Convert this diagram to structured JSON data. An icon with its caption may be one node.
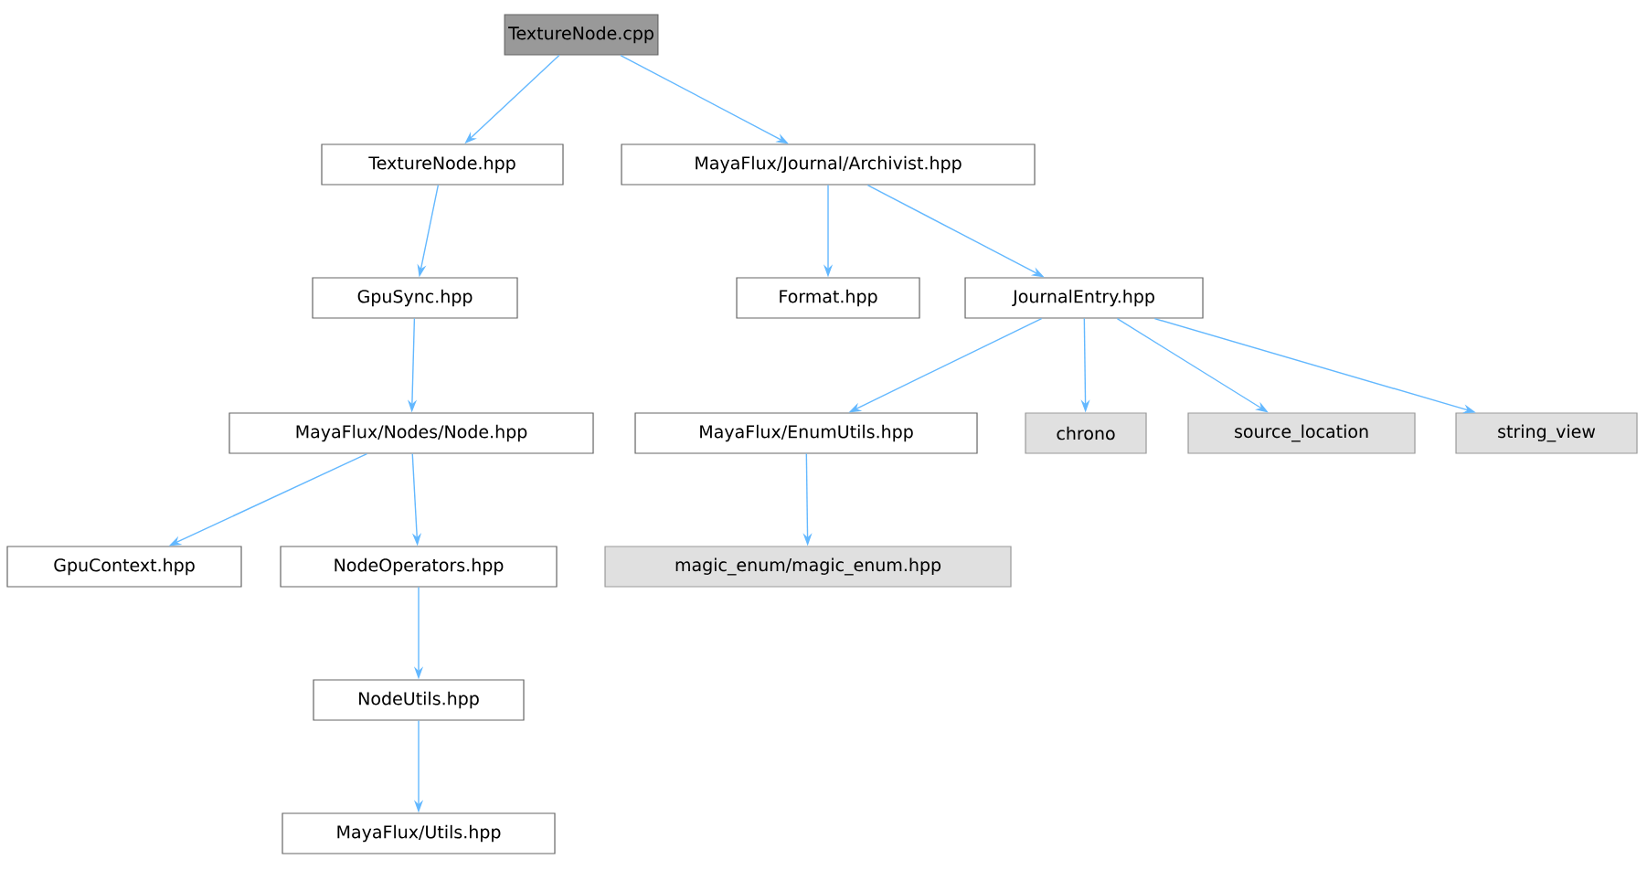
{
  "diagram": {
    "nodes": [
      {
        "text": [
          "TextureNode.cpp"
        ]
      },
      {
        "text": [
          "TextureNode.hpp"
        ]
      },
      {
        "text": [
          "MayaFlux/Journal/Archivist.hpp"
        ]
      },
      {
        "text": [
          "GpuSync.hpp"
        ]
      },
      {
        "text": [
          "Format.hpp"
        ]
      },
      {
        "text": [
          "JournalEntry.hpp"
        ]
      },
      {
        "text": [
          "MayaFlux/Nodes/Node.hpp"
        ]
      },
      {
        "text": [
          "MayaFlux/EnumUtils.hpp"
        ]
      },
      {
        "text": [
          "chrono"
        ]
      },
      {
        "text": [
          "source_location"
        ]
      },
      {
        "text": [
          "string_view"
        ]
      },
      {
        "text": [
          "GpuContext.hpp"
        ]
      },
      {
        "text": [
          "NodeOperators.hpp"
        ]
      },
      {
        "text": [
          "magic_enum/magic_enum.hpp"
        ]
      },
      {
        "text": [
          "NodeUtils.hpp"
        ]
      },
      {
        "text": [
          "MayaFlux/Utils.hpp"
        ]
      }
    ],
    "edges": [
      {
        "from": 0,
        "to": 1,
        "arrow": "to"
      },
      {
        "from": 0,
        "to": 2,
        "arrow": "to"
      },
      {
        "from": 1,
        "to": 3,
        "arrow": "to"
      },
      {
        "from": 2,
        "to": 4,
        "arrow": "to"
      },
      {
        "from": 2,
        "to": 5,
        "arrow": "to"
      },
      {
        "from": 3,
        "to": 6,
        "arrow": "to"
      },
      {
        "from": 5,
        "to": 7,
        "arrow": "to"
      },
      {
        "from": 5,
        "to": 8,
        "arrow": "to"
      },
      {
        "from": 5,
        "to": 9,
        "arrow": "to"
      },
      {
        "from": 5,
        "to": 10,
        "arrow": "to"
      },
      {
        "from": 6,
        "to": 11,
        "arrow": "to"
      },
      {
        "from": 6,
        "to": 12,
        "arrow": "to"
      },
      {
        "from": 7,
        "to": 13,
        "arrow": "to"
      },
      {
        "from": 12,
        "to": 14,
        "arrow": "to"
      },
      {
        "from": 14,
        "to": 15,
        "arrow": "to"
      }
    ]
  }
}
